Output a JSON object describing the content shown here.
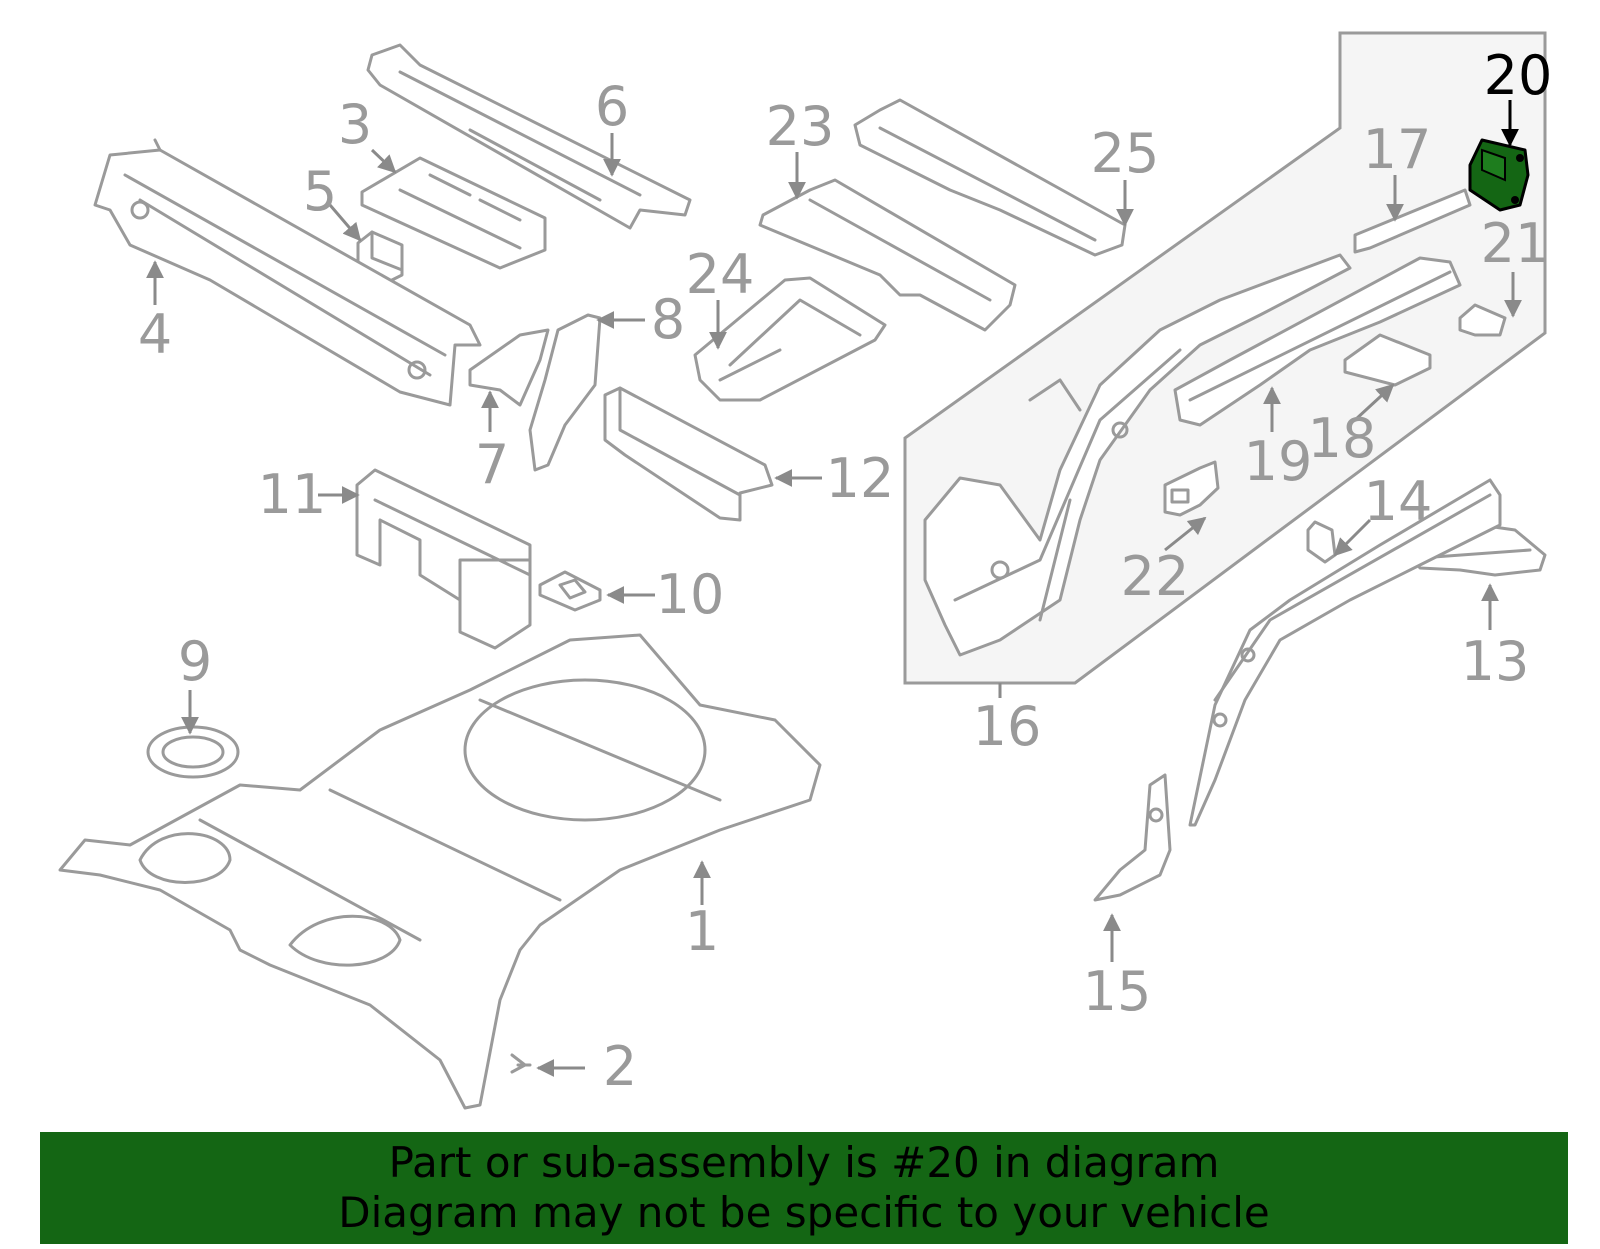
{
  "diagram": {
    "callouts": {
      "c1": "1",
      "c2": "2",
      "c3": "3",
      "c4": "4",
      "c5": "5",
      "c6": "6",
      "c7": "7",
      "c8": "8",
      "c9": "9",
      "c10": "10",
      "c11": "11",
      "c12": "12",
      "c13": "13",
      "c14": "14",
      "c15": "15",
      "c16": "16",
      "c17": "17",
      "c18": "18",
      "c19": "19",
      "c20": "20",
      "c21": "21",
      "c22": "22",
      "c23": "23",
      "c24": "24",
      "c25": "25"
    },
    "highlighted_part": "20",
    "colors": {
      "line": "#9a9a9a",
      "highlight": "#146614",
      "inset_bg": "#f5f5f5",
      "footer_bg": "#146614"
    }
  },
  "footer": {
    "line1": "Part or sub-assembly is #20 in diagram",
    "line2": "Diagram may not be specific to your vehicle"
  }
}
